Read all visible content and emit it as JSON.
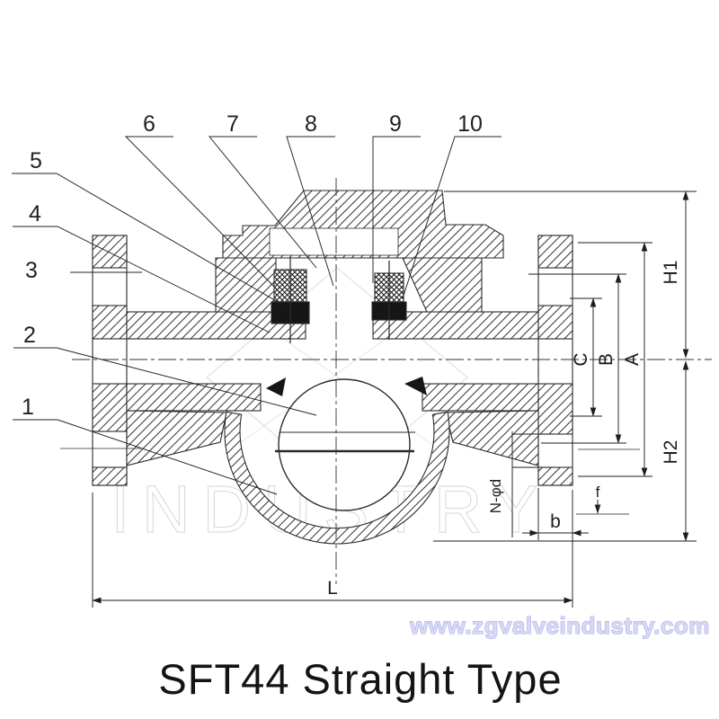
{
  "drawing": {
    "title": "SFT44 Straight Type",
    "url_watermark": "www.zgvalveindustry.com",
    "brand_watermark": "INDUSTRY",
    "colors": {
      "line": "#2a2a2a",
      "url_fill": "#d8d8f6",
      "url_stroke": "#a9a9e6",
      "watermark": "#9a9a9a"
    },
    "part_numbers": {
      "p1": "1",
      "p2": "2",
      "p3": "3",
      "p4": "4",
      "p5": "5",
      "p6": "6",
      "p7": "7",
      "p8": "8",
      "p9": "9",
      "p10": "10"
    },
    "dimensions": {
      "length": "L",
      "flange_thickness": "b",
      "raised_face": "f",
      "bolt_holes": "N-φd",
      "port_dia": "C",
      "raised_face_dia": "B",
      "flange_dia": "A",
      "height_upper": "H1",
      "height_lower": "H2"
    }
  }
}
